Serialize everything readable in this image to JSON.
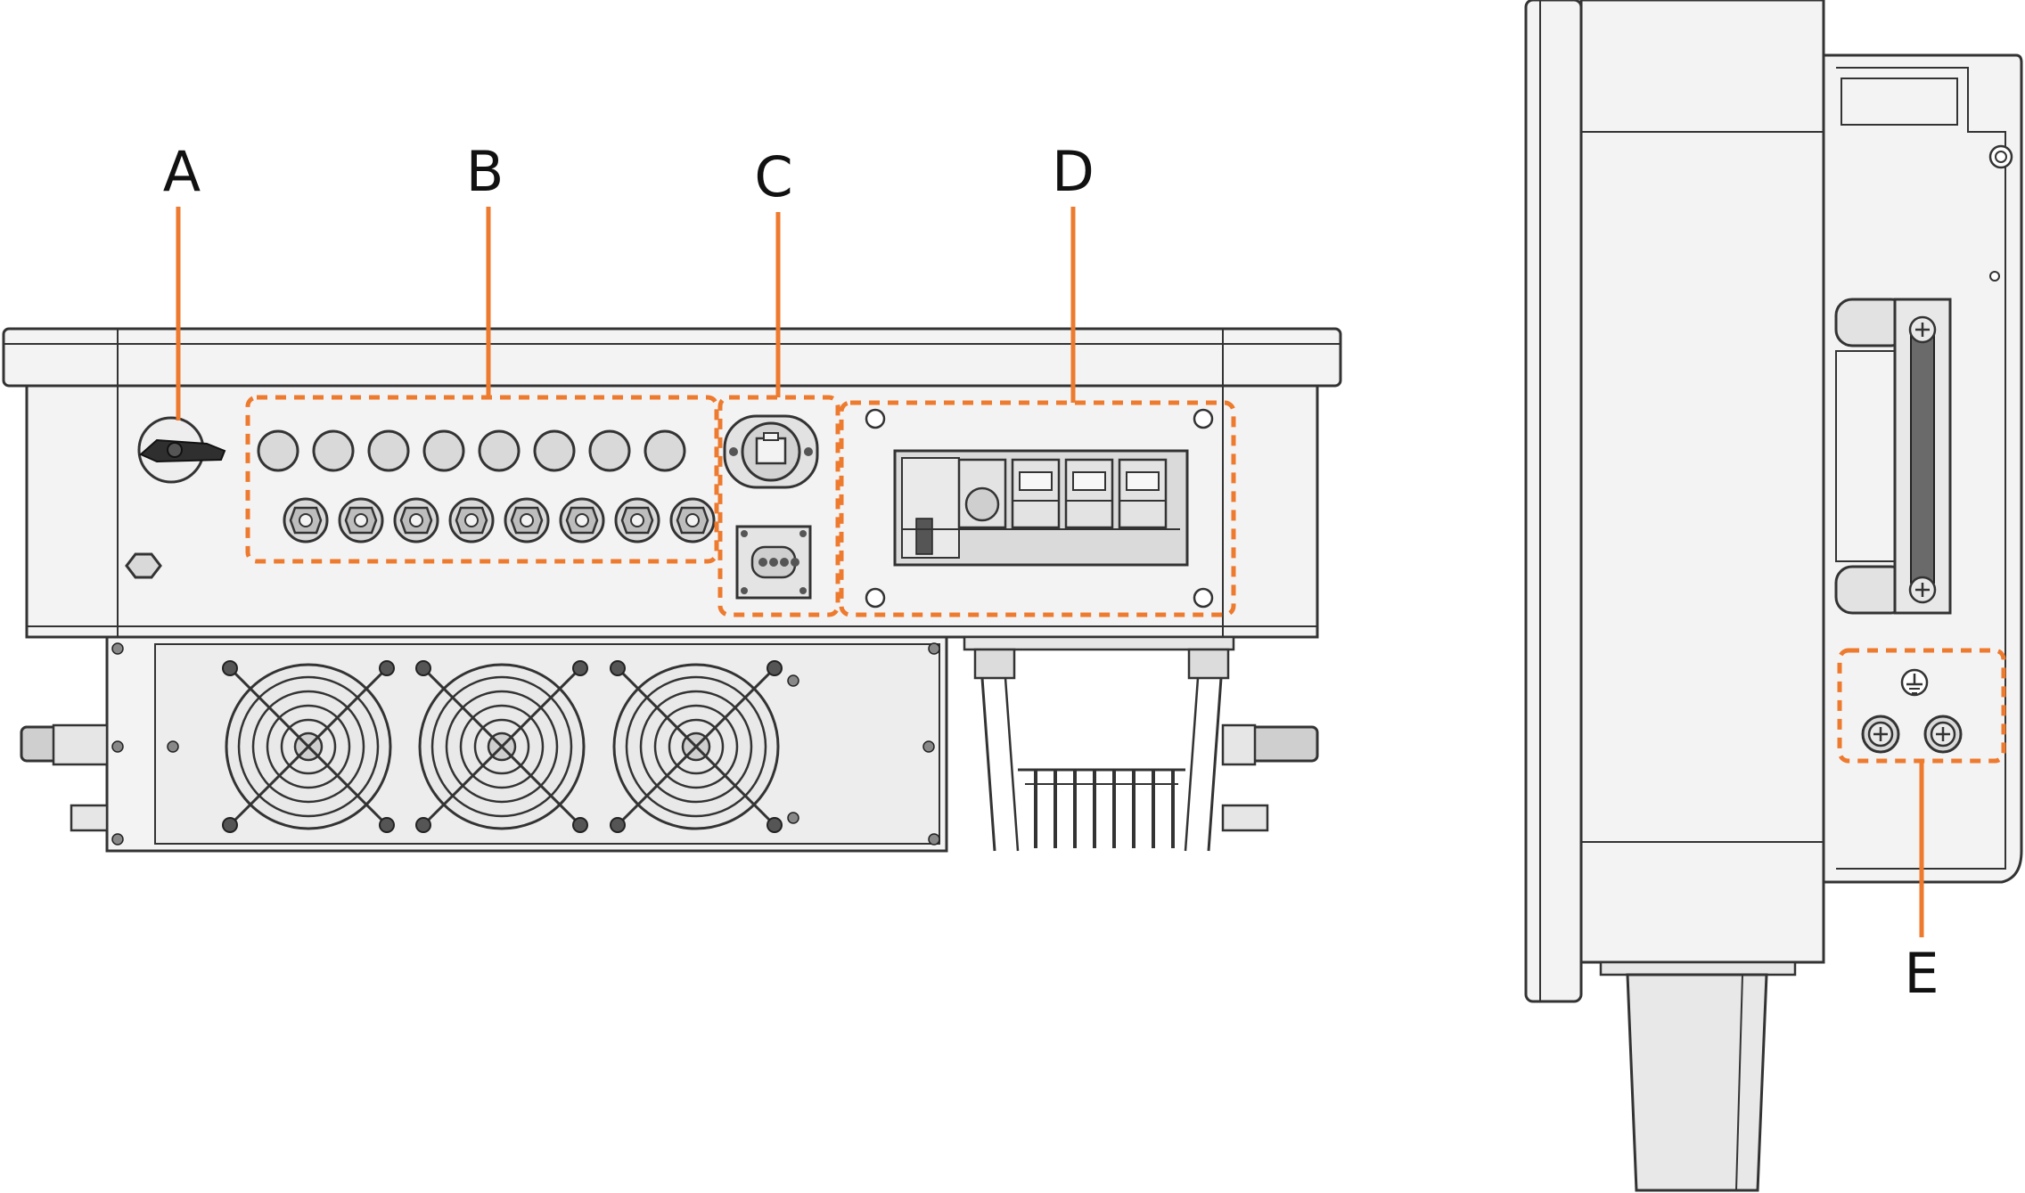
{
  "labels": {
    "a": "A",
    "b": "B",
    "c": "C",
    "d": "D",
    "e": "E"
  },
  "colors": {
    "callout": "#EE7A2E",
    "outline": "#333333",
    "body_fill": "#F3F3F3",
    "panel_fill": "#EDEDED",
    "gland_fill": "#D9D9D9"
  },
  "icons": {
    "ground": "ground-symbol-icon",
    "fan": "fan-icon",
    "network_port": "rj45-port-icon",
    "screw": "screw-icon"
  }
}
